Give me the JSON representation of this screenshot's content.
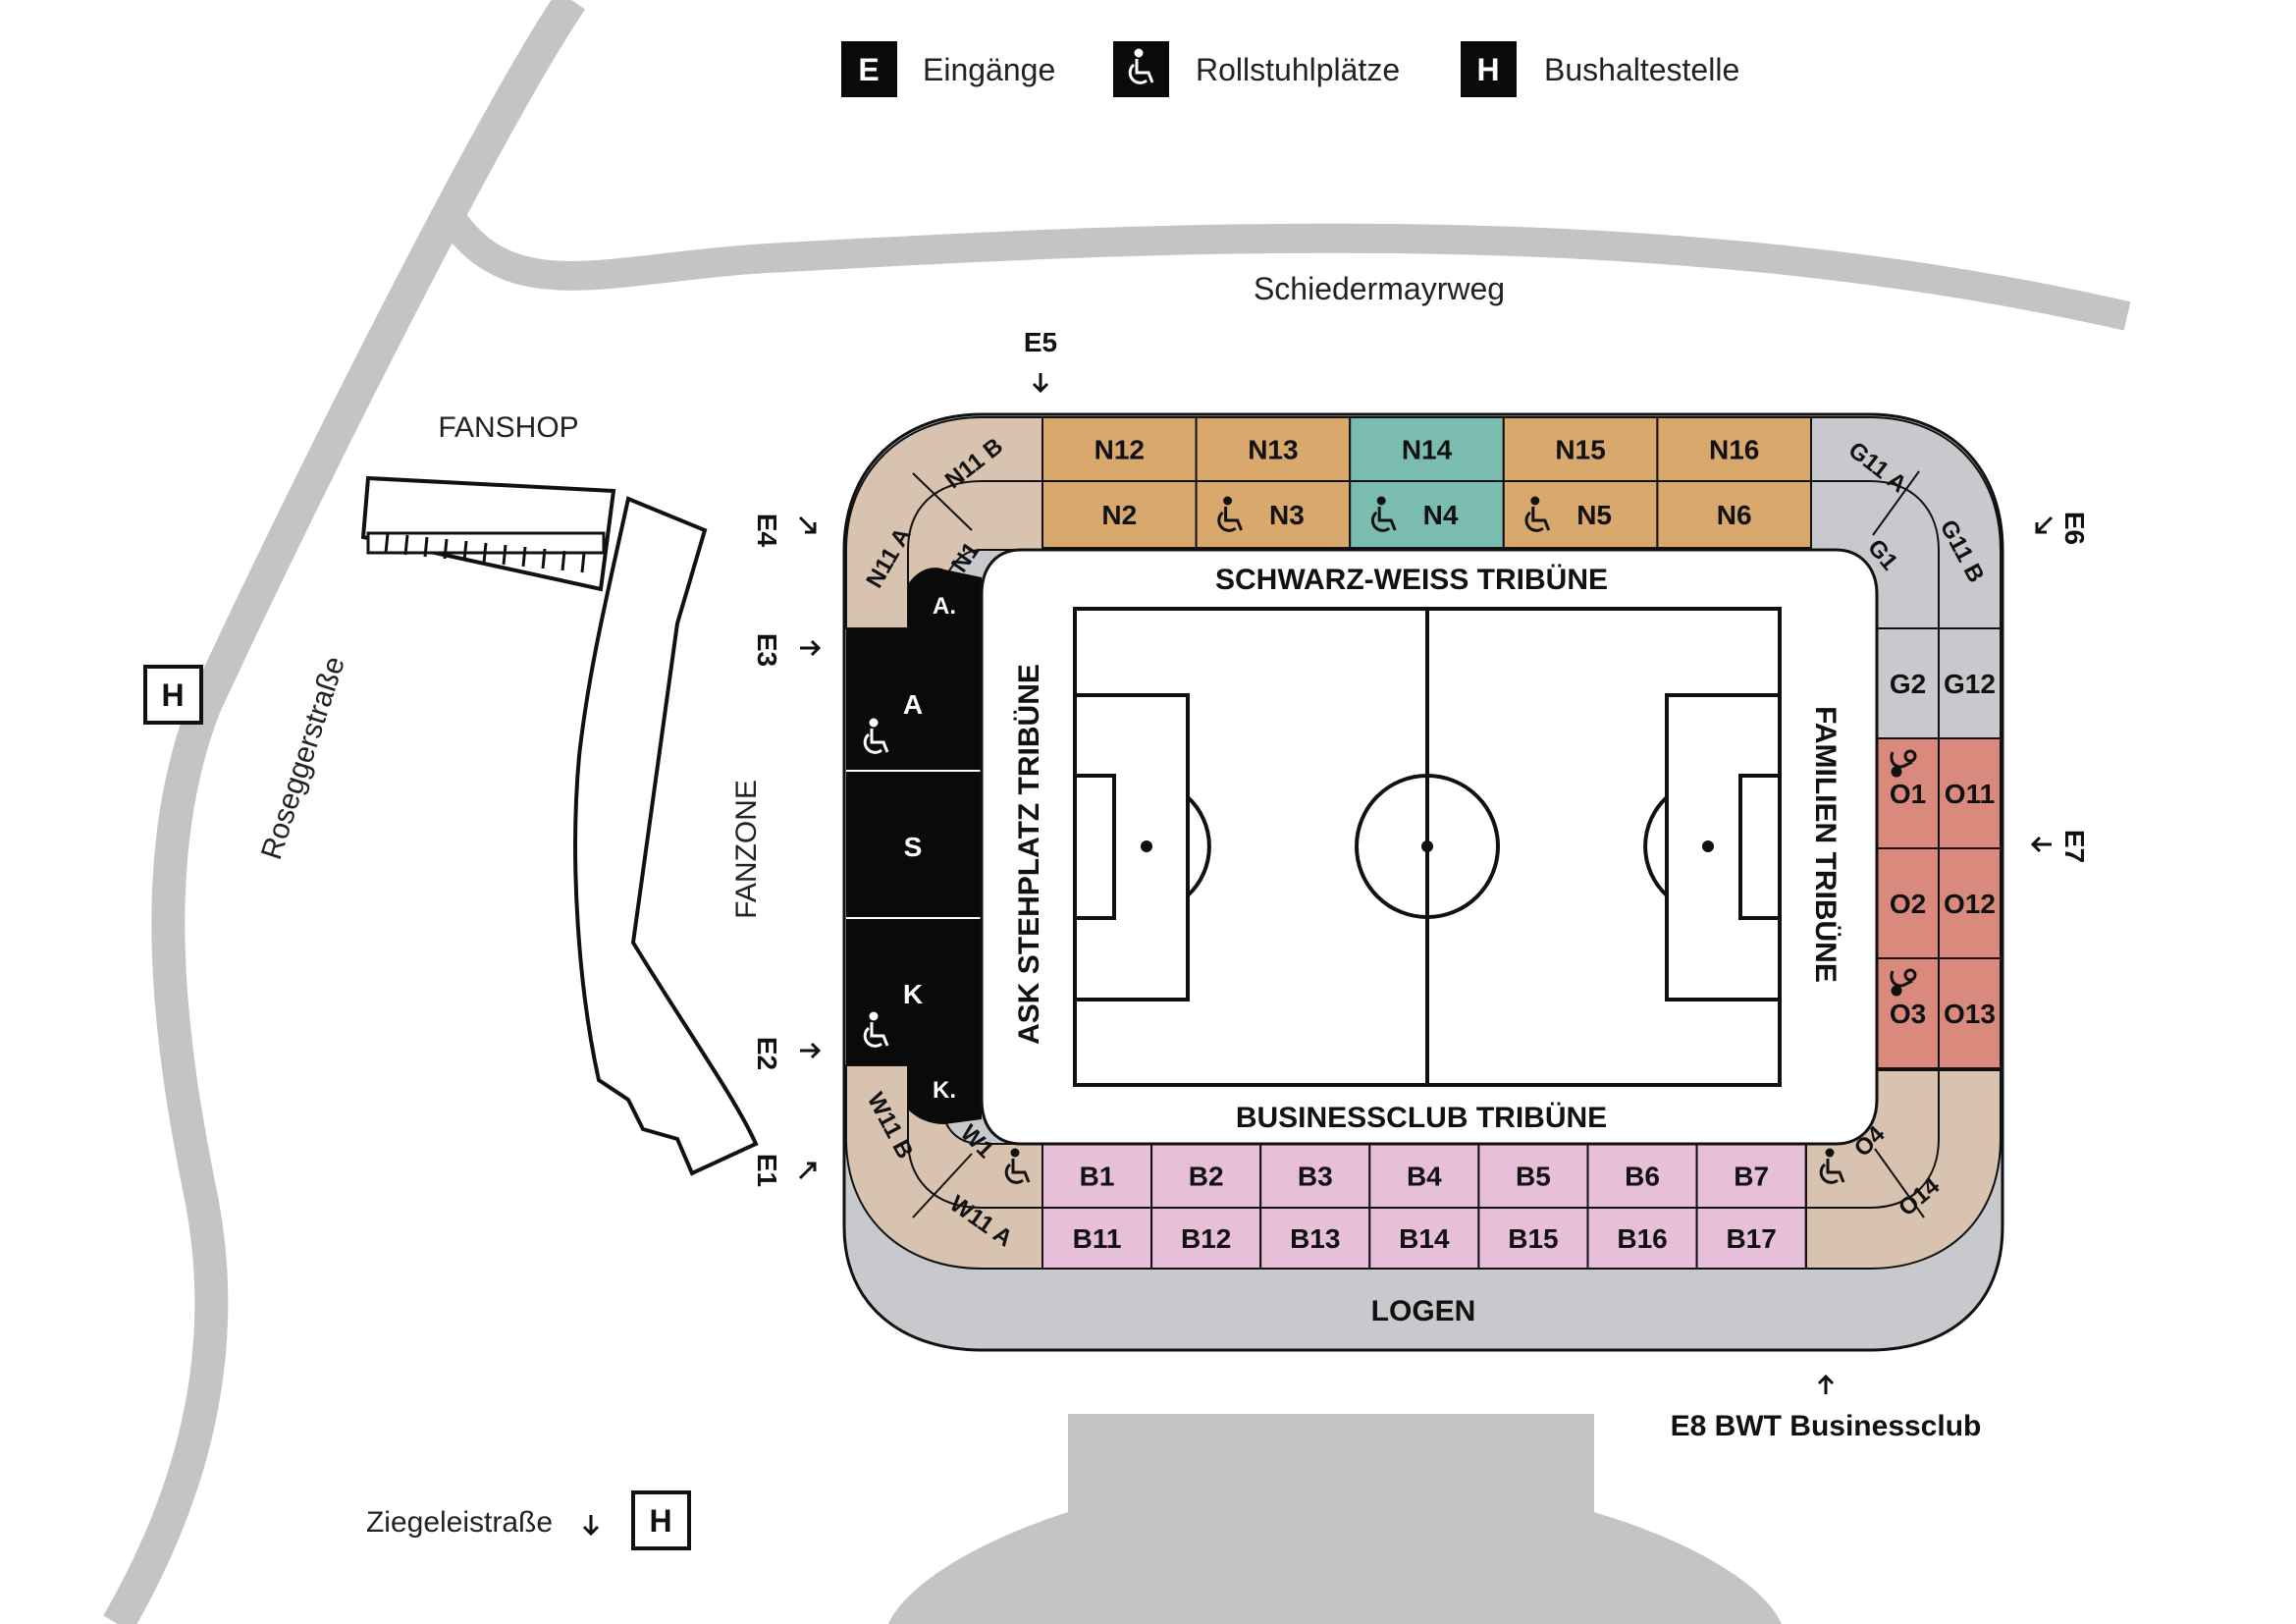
{
  "legend": [
    {
      "symbol": "E",
      "label": "Eingänge"
    },
    {
      "symbol": "wheelchair",
      "label": "Rollstuhlplätze"
    },
    {
      "symbol": "H",
      "label": "Bushaltestelle"
    }
  ],
  "streets": {
    "schiedermayrweg": "Schiedermayrweg",
    "roseggerstrasse": "Roseggerstraße",
    "ziegeleistrasse": "Ziegeleistraße"
  },
  "bus_stop_symbol": "H",
  "areas": {
    "fanshop": "FANSHOP",
    "fanzone": "FANZONE"
  },
  "stands": {
    "north": "SCHWARZ-WEISS TRIBÜNE",
    "west": "ASK STEHPLATZ TRIBÜNE",
    "east": "FAMILIEN TRIBÜNE",
    "south": "BUSINESSCLUB TRIBÜNE",
    "logen": "LOGEN"
  },
  "entrances": {
    "e1": "E1",
    "e2": "E2",
    "e3": "E3",
    "e4": "E4",
    "e5": "E5",
    "e6": "E6",
    "e7": "E7",
    "e8": "E8 BWT Businessclub"
  },
  "sectors": {
    "north_outer": [
      "N12",
      "N13",
      "N14",
      "N15",
      "N16"
    ],
    "north_inner": [
      "N2",
      "N3",
      "N4",
      "N5",
      "N6"
    ],
    "north_inner_wheelchair": [
      false,
      true,
      true,
      true,
      false
    ],
    "south_inner": [
      "B1",
      "B2",
      "B3",
      "B4",
      "B5",
      "B6",
      "B7"
    ],
    "south_outer": [
      "B11",
      "B12",
      "B13",
      "B14",
      "B15",
      "B16",
      "B17"
    ],
    "east_inner": [
      "G2",
      "O1",
      "O2",
      "O3"
    ],
    "east_outer": [
      "G12",
      "O11",
      "O12",
      "O13"
    ],
    "west_block": [
      "A",
      "S",
      "K"
    ],
    "corner_nw": [
      "N11 B",
      "N11 A",
      "N1",
      "A."
    ],
    "corner_ne": [
      "G11 A",
      "G11 B",
      "G1"
    ],
    "corner_sw": [
      "W11 B",
      "W11 A",
      "W1",
      "K."
    ],
    "corner_se": [
      "O4",
      "O14"
    ]
  },
  "colors": {
    "road": "#c4c4c6",
    "north": "#d8a86c",
    "north_highlight": "#7bbcb0",
    "south": "#e8bfd8",
    "east_o": "#d98a7d",
    "corner": "#d7c3af",
    "grey_block": "#c8c9cc",
    "ultras": "#0a0a0a"
  }
}
